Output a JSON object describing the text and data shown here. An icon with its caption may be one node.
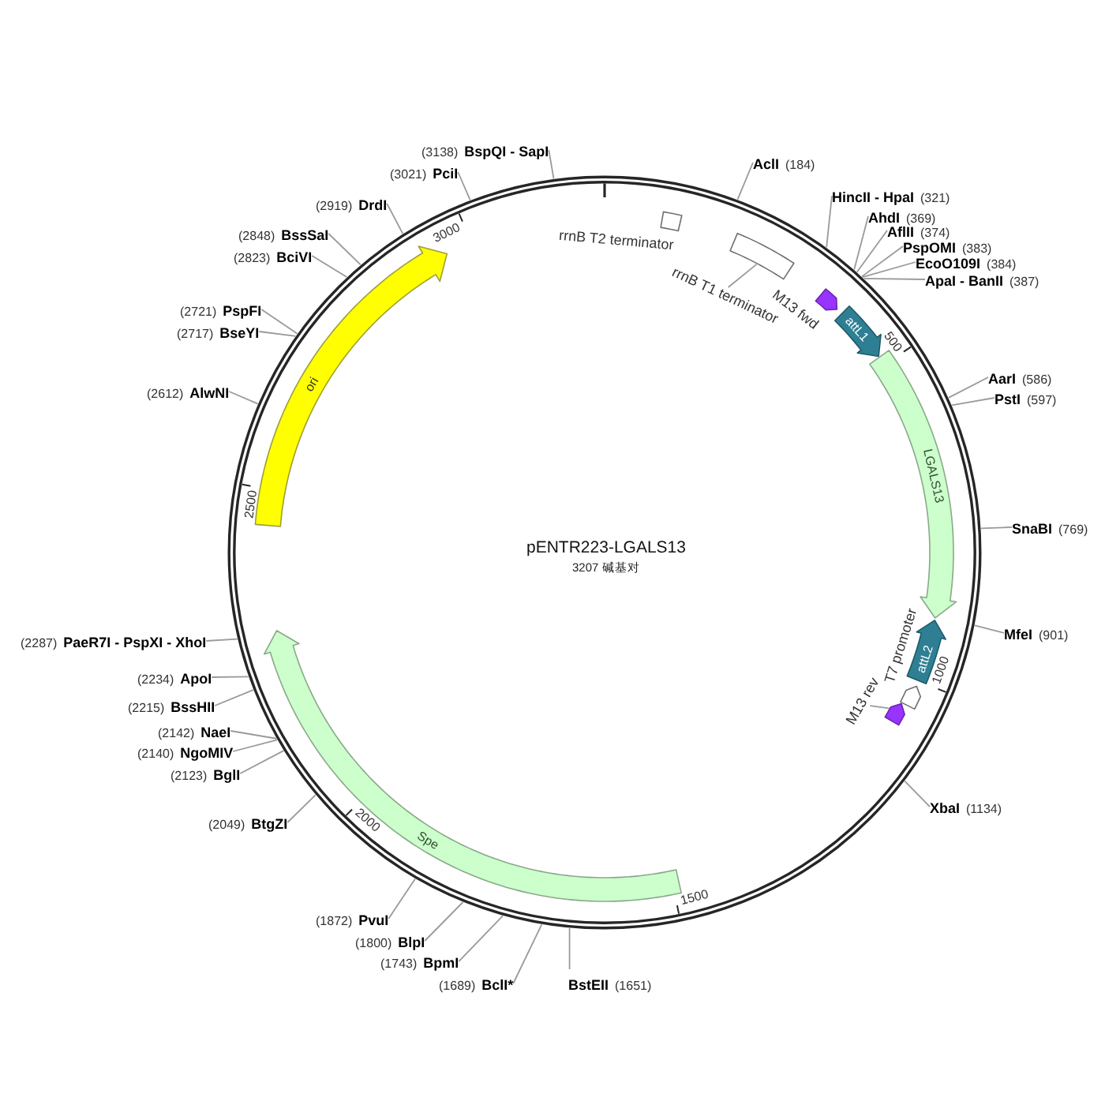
{
  "diagram": {
    "title": "pENTR223-LGALS13",
    "nodes": [
      {
        "text": [
          "AclI",
          "(184)"
        ]
      },
      {
        "text": [
          "HincII - HpaI",
          "(321)"
        ]
      },
      {
        "text": [
          "AhdI",
          "(369)"
        ]
      },
      {
        "text": [
          "AflII",
          "(374)"
        ]
      },
      {
        "text": [
          "PspOMI",
          "(383)"
        ]
      },
      {
        "text": [
          "EcoO109I",
          "(384)"
        ]
      },
      {
        "text": [
          "ApaI - BanII",
          "(387)"
        ]
      },
      {
        "text": [
          "AarI",
          "(586)"
        ]
      },
      {
        "text": [
          "PstI",
          "(597)"
        ]
      },
      {
        "text": [
          "SnaBI",
          "(769)"
        ]
      },
      {
        "text": [
          "MfeI",
          "(901)"
        ]
      },
      {
        "text": [
          "XbaI",
          "(1134)"
        ]
      },
      {
        "text": [
          "BstEII",
          "(1651)"
        ]
      },
      {
        "text": [
          "(1689)",
          "BclI*"
        ]
      },
      {
        "text": [
          "(1743)",
          "BpmI"
        ]
      },
      {
        "text": [
          "(1800)",
          "BlpI"
        ]
      },
      {
        "text": [
          "(1872)",
          "PvuI"
        ]
      },
      {
        "text": [
          "(2049)",
          "BtgZI"
        ]
      },
      {
        "text": [
          "(2123)",
          "BglI"
        ]
      },
      {
        "text": [
          "(2140)",
          "NgoMIV"
        ]
      },
      {
        "text": [
          "(2142)",
          "NaeI"
        ]
      },
      {
        "text": [
          "(2215)",
          "BssHII"
        ]
      },
      {
        "text": [
          "(2234)",
          "ApoI"
        ]
      },
      {
        "text": [
          "(2287)",
          "PaeR7I - PspXI - XhoI"
        ]
      },
      {
        "text": [
          "(2612)",
          "AlwNI"
        ]
      },
      {
        "text": [
          "(2717)",
          "BseYI"
        ]
      },
      {
        "text": [
          "(2721)",
          "PspFI"
        ]
      },
      {
        "text": [
          "(2823)",
          "BciVI"
        ]
      },
      {
        "text": [
          "(2848)",
          "BssSaI"
        ]
      },
      {
        "text": [
          "(2919)",
          "DrdI"
        ]
      },
      {
        "text": [
          "(3021)",
          "PciI"
        ]
      },
      {
        "text": [
          "(3138)",
          "BspQI - SapI"
        ]
      },
      {
        "text": [
          "rrnB T2 terminator"
        ]
      },
      {
        "text": [],
        "shape": "box"
      },
      {
        "text": [
          "rrnB T1 terminator"
        ]
      },
      {
        "text": [
          "M13 fwd"
        ]
      },
      {
        "text": [
          "attL1"
        ]
      },
      {
        "text": [
          "LGALS13"
        ]
      },
      {
        "text": [
          "attL2"
        ]
      },
      {
        "text": [
          "T7 promoter"
        ]
      },
      {
        "text": [],
        "shape": "arrow"
      },
      {
        "text": [
          "M13 rev"
        ]
      },
      {
        "text": [
          "Spe"
        ]
      },
      {
        "text": [
          "ori"
        ]
      }
    ],
    "edges": [
      {
        "from": 0,
        "to": null,
        "arrow": "none"
      },
      {
        "from": 1,
        "to": null,
        "arrow": "none"
      },
      {
        "from": 2,
        "to": null,
        "arrow": "none"
      },
      {
        "from": 3,
        "to": null,
        "arrow": "none"
      },
      {
        "from": 4,
        "to": null,
        "arrow": "none"
      },
      {
        "from": 5,
        "to": null,
        "arrow": "none"
      },
      {
        "from": 6,
        "to": null,
        "arrow": "none"
      },
      {
        "from": 7,
        "to": null,
        "arrow": "none"
      },
      {
        "from": 8,
        "to": null,
        "arrow": "none"
      },
      {
        "from": 9,
        "to": null,
        "arrow": "none"
      },
      {
        "from": 10,
        "to": null,
        "arrow": "none"
      },
      {
        "from": 11,
        "to": null,
        "arrow": "none"
      },
      {
        "from": 12,
        "to": null,
        "arrow": "none"
      },
      {
        "from": 13,
        "to": null,
        "arrow": "none"
      },
      {
        "from": 14,
        "to": null,
        "arrow": "none"
      },
      {
        "from": 15,
        "to": null,
        "arrow": "none"
      },
      {
        "from": 16,
        "to": null,
        "arrow": "none"
      },
      {
        "from": 17,
        "to": null,
        "arrow": "none"
      },
      {
        "from": 18,
        "to": null,
        "arrow": "none"
      },
      {
        "from": 19,
        "to": null,
        "arrow": "none"
      },
      {
        "from": 20,
        "to": null,
        "arrow": "none"
      },
      {
        "from": 21,
        "to": null,
        "arrow": "none"
      },
      {
        "from": 22,
        "to": null,
        "arrow": "none"
      },
      {
        "from": 23,
        "to": null,
        "arrow": "none"
      },
      {
        "from": 24,
        "to": null,
        "arrow": "none"
      },
      {
        "from": 25,
        "to": null,
        "arrow": "none"
      },
      {
        "from": 26,
        "to": null,
        "arrow": "none"
      },
      {
        "from": 27,
        "to": null,
        "arrow": "none"
      },
      {
        "from": 28,
        "to": null,
        "arrow": "none"
      },
      {
        "from": 29,
        "to": null,
        "arrow": "none"
      },
      {
        "from": 30,
        "to": null,
        "arrow": "none"
      },
      {
        "from": 31,
        "to": null,
        "arrow": "none"
      },
      {
        "from": 34,
        "to": 33,
        "arrow": "none"
      },
      {
        "from": 41,
        "to": 40,
        "arrow": "none"
      }
    ],
    "labels": [
      "3207 碱基对",
      "500",
      "1000",
      "1500",
      "2000",
      "2500",
      "3000"
    ]
  }
}
